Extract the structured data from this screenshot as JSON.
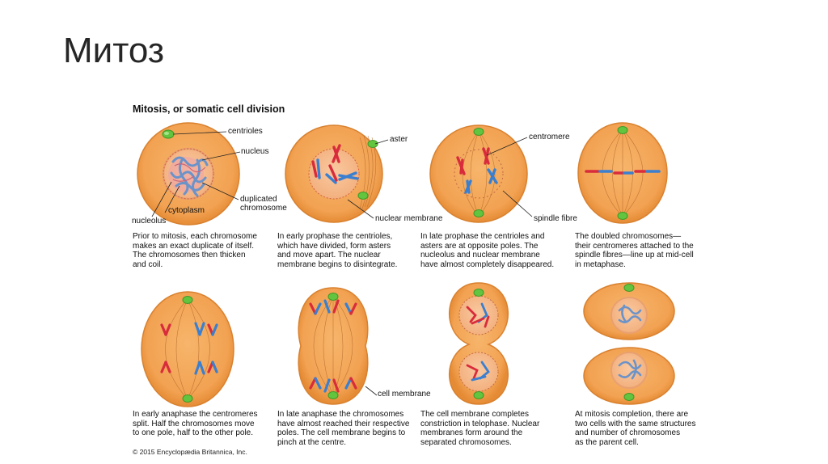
{
  "slide": {
    "title": "Митоз"
  },
  "figure": {
    "title": "Mitosis, or somatic cell division",
    "copyright": "© 2015 Encyclopædia Britannica, Inc.",
    "colors": {
      "cytoplasm": "#f2a55a",
      "cytoplasm_edge": "#e08a3a",
      "nucleus": "#f6b98c",
      "chromosome_red": "#d82c3c",
      "chromosome_blue": "#3a7fd0",
      "centriole": "#5fc23b"
    },
    "labels": {
      "centrioles": "centrioles",
      "nucleus": "nucleus",
      "duplicated_chromosome": [
        "duplicated",
        "chromosome"
      ],
      "cytoplasm": "cytoplasm",
      "nucleolus": "nucleolus",
      "aster": "aster",
      "nuclear_membrane": "nuclear membrane",
      "centromere": "centromere",
      "spindle_fibre": "spindle fibre",
      "cell_membrane": "cell membrane"
    },
    "captions": [
      [
        "Prior to mitosis, each chromosome",
        "makes an exact duplicate of itself.",
        "The chromosomes then thicken",
        "and coil."
      ],
      [
        "In early prophase the centrioles,",
        "which have divided, form asters",
        "and move apart. The nuclear",
        "membrane begins to disintegrate."
      ],
      [
        "In late prophase the centrioles and",
        "asters are at opposite poles. The",
        "nucleolus and nuclear membrane",
        "have almost completely disappeared."
      ],
      [
        "The doubled chromosomes—",
        "their centromeres attached to the",
        "spindle fibres—line up at mid-cell",
        "in metaphase."
      ],
      [
        "In early anaphase the centromeres",
        "split. Half the chromosomes move",
        "to one pole, half to the other pole."
      ],
      [
        "In late anaphase the chromosomes",
        "have almost reached their respective",
        "poles. The cell membrane begins to",
        "pinch at the centre."
      ],
      [
        "The cell membrane completes",
        "constriction in telophase. Nuclear",
        "membranes form around the",
        "separated chromosomes."
      ],
      [
        "At mitosis completion, there are",
        "two cells with the same structures",
        "and number of chromosomes",
        "as the parent cell."
      ]
    ]
  }
}
